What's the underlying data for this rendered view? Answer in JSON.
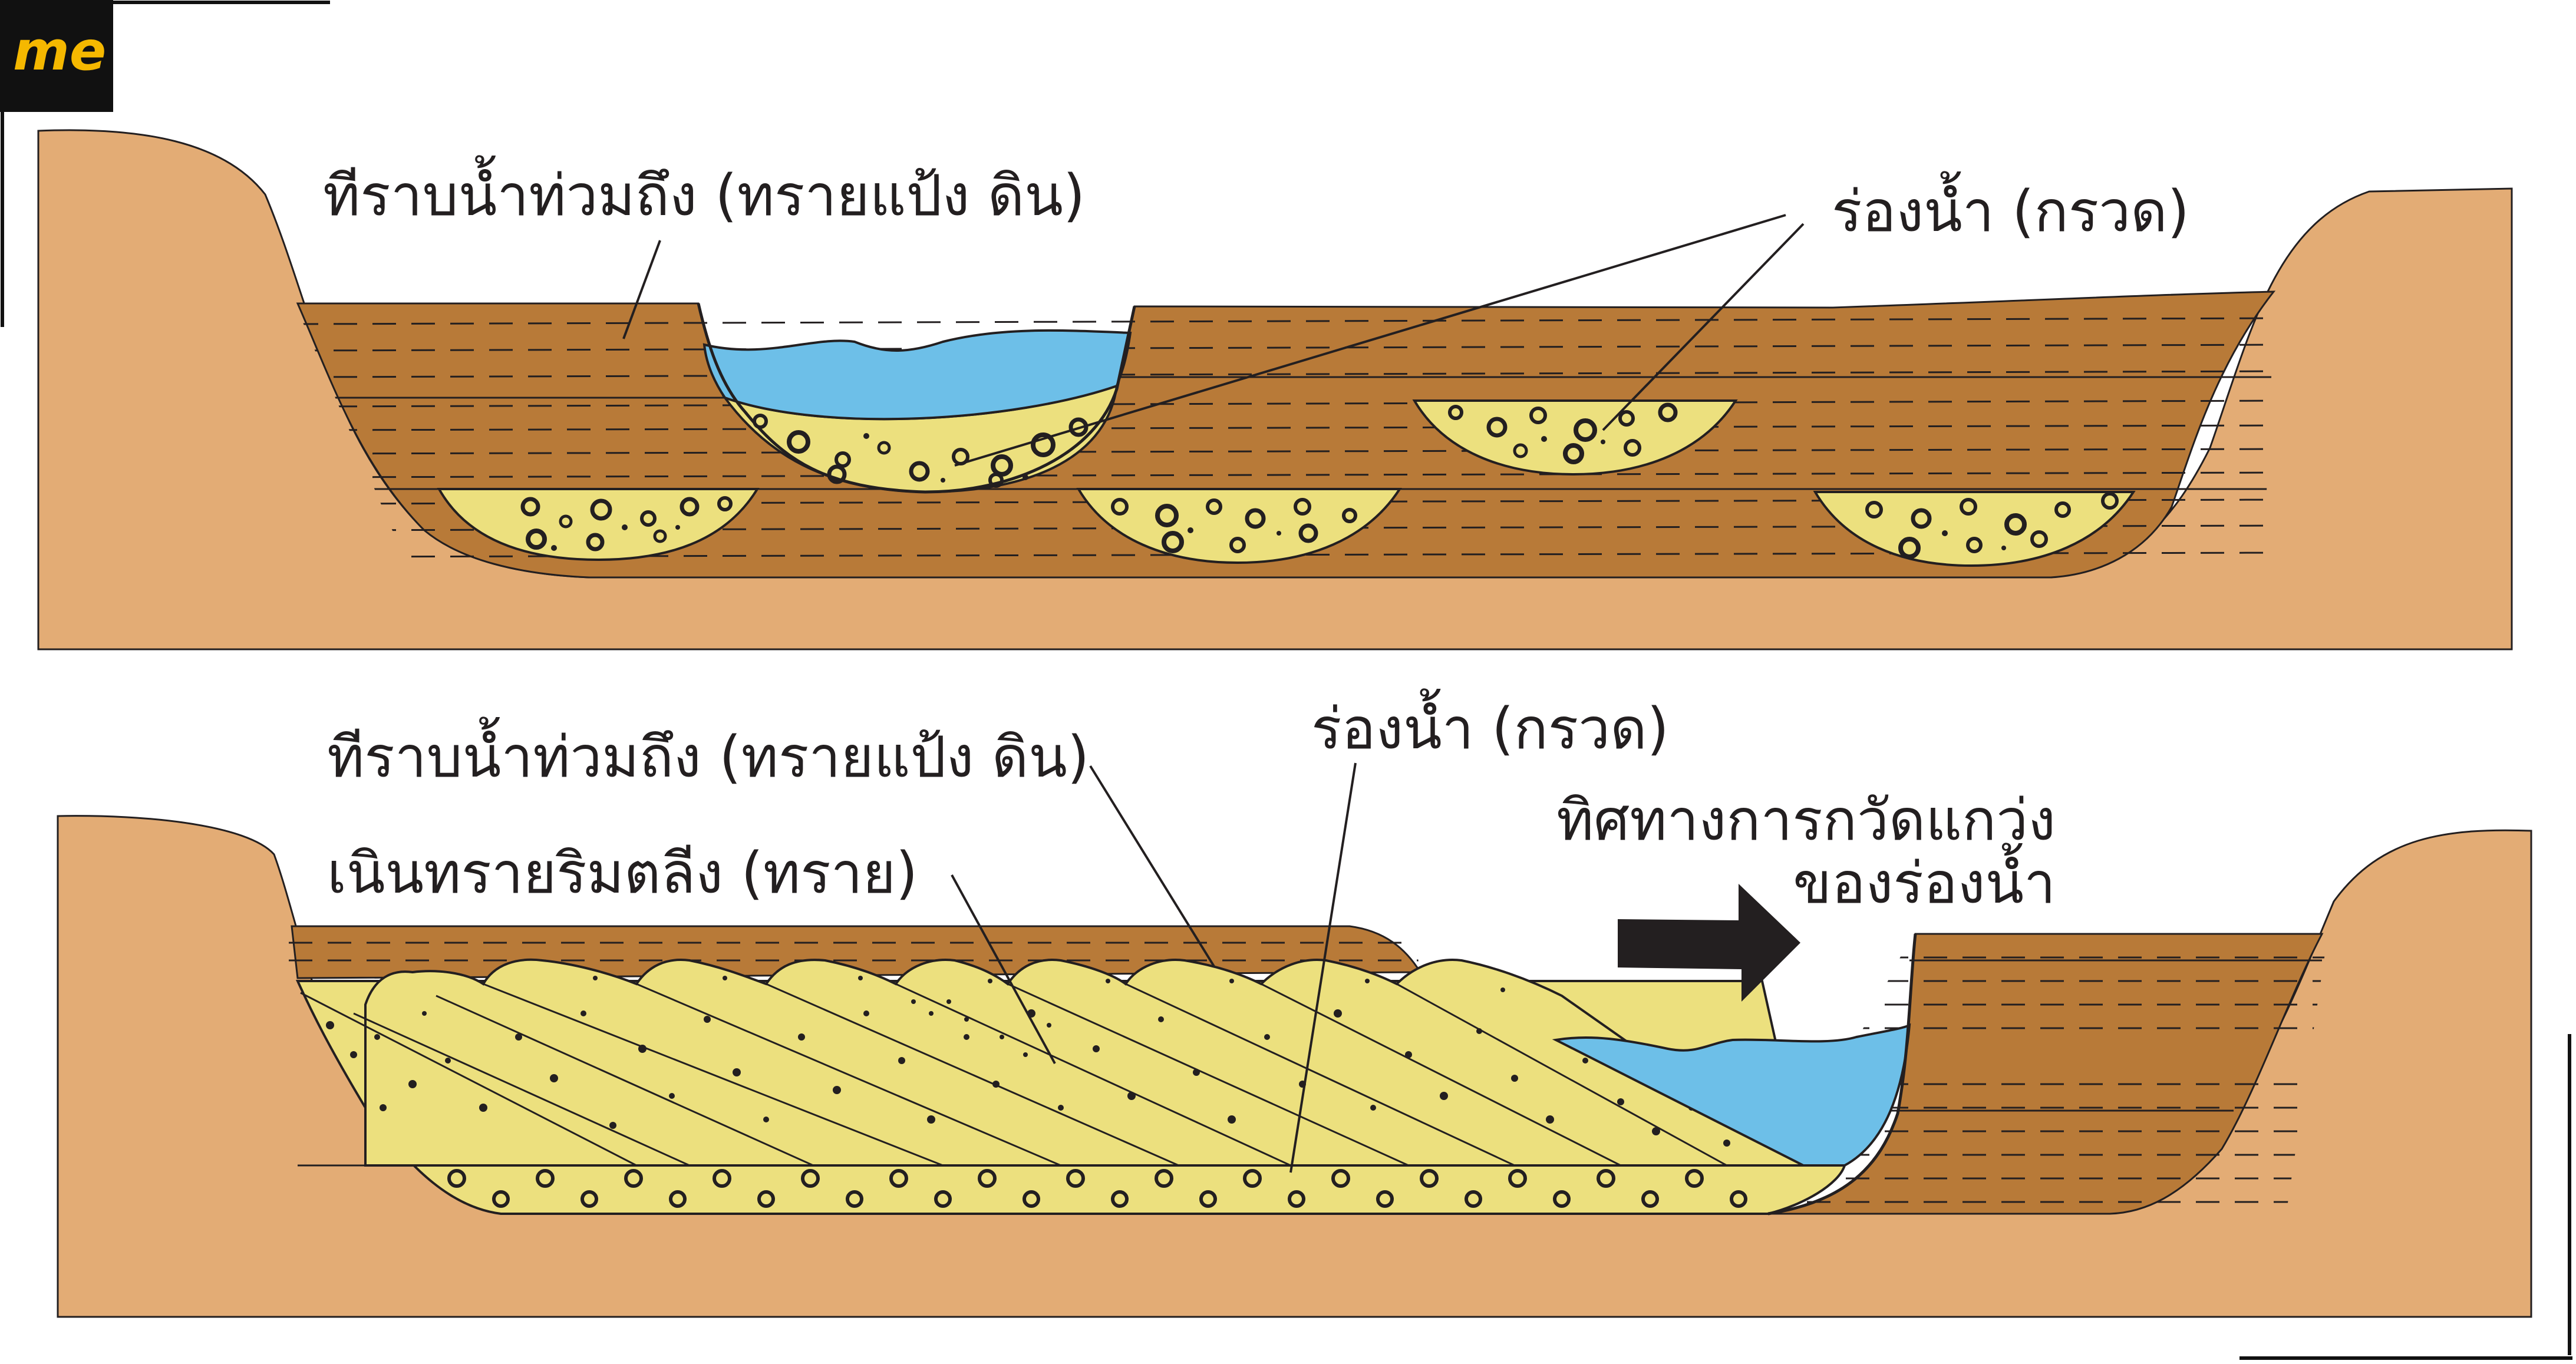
{
  "brand": {
    "logo_text": "me",
    "logo_color": "#f5b800",
    "logo_bg": "#111111"
  },
  "colors": {
    "bedrock": "#e3ac75",
    "floodplain": "#b87a38",
    "channel_fill": "#ece07e",
    "water": "#6dbfe8",
    "ink": "#231f20"
  },
  "top_diagram": {
    "floodplain_label": "ทีราบน้ำท่วมถึง (ทรายแป้ง ดิน)",
    "channel_label": "ร่องน้ำ (กรวด)"
  },
  "bottom_diagram": {
    "floodplain_label": "ทีราบน้ำท่วมถึง (ทรายแป้ง ดิน)",
    "point_bar_label": "เนินทรายริมตลีง (ทราย)",
    "channel_label": "ร่องน้ำ (กรวด)",
    "direction_label_line1": "ทิศทางการกวัดแกว่ง",
    "direction_label_line2": "ของร่องน้ำ"
  },
  "icons": {
    "migration_arrow": "right-arrow-icon"
  }
}
